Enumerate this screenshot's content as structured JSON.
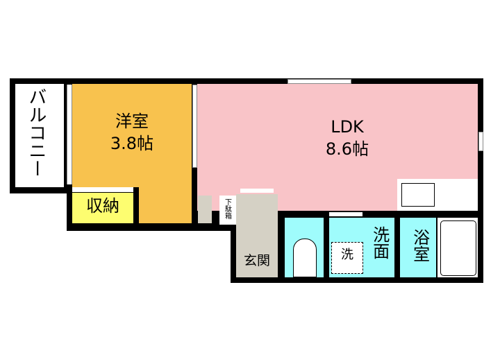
{
  "rooms": {
    "balcony": {
      "label": "バルコニー"
    },
    "western": {
      "label": "洋室",
      "size": "3.8帖"
    },
    "ldk": {
      "label": "LDK",
      "size": "8.6帖"
    },
    "storage": {
      "label": "収納"
    },
    "shoe_box": {
      "label": "下駄箱"
    },
    "entrance": {
      "label": "玄関"
    },
    "washroom": {
      "label": "洗面"
    },
    "washer": {
      "label": "洗"
    },
    "bath": {
      "label": "浴室"
    }
  },
  "colors": {
    "western": "#f8c24e",
    "ldk": "#f9c4c8",
    "wet": "#9ffcfc",
    "entrance": "#d5d1c5",
    "storage": "#fdfd70"
  }
}
